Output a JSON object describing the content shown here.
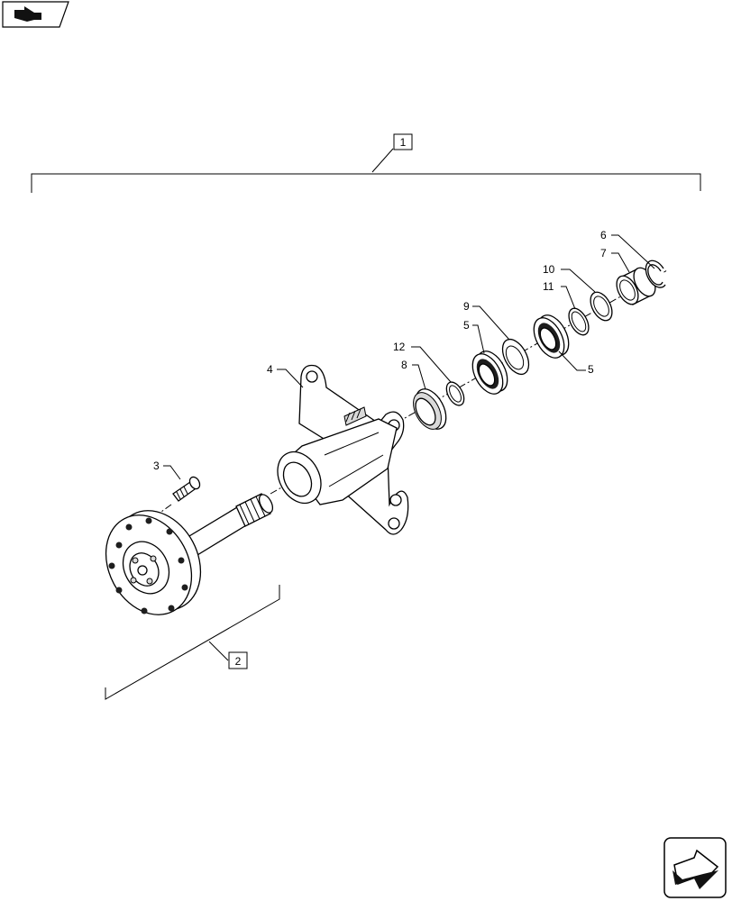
{
  "callouts": {
    "assembly": "1",
    "subassembly": "2",
    "bolt": "3",
    "housing": "4",
    "bearing_left": "5",
    "bearing_right": "5",
    "snap_ring": "6",
    "spacer": "7",
    "seal": "8",
    "ring_9": "9",
    "ring_10": "10",
    "ring_11": "11",
    "circlip_12": "12"
  },
  "icons": {
    "top_left": "arrow-tab-icon",
    "bottom_right": "next-page-arrow-icon"
  }
}
